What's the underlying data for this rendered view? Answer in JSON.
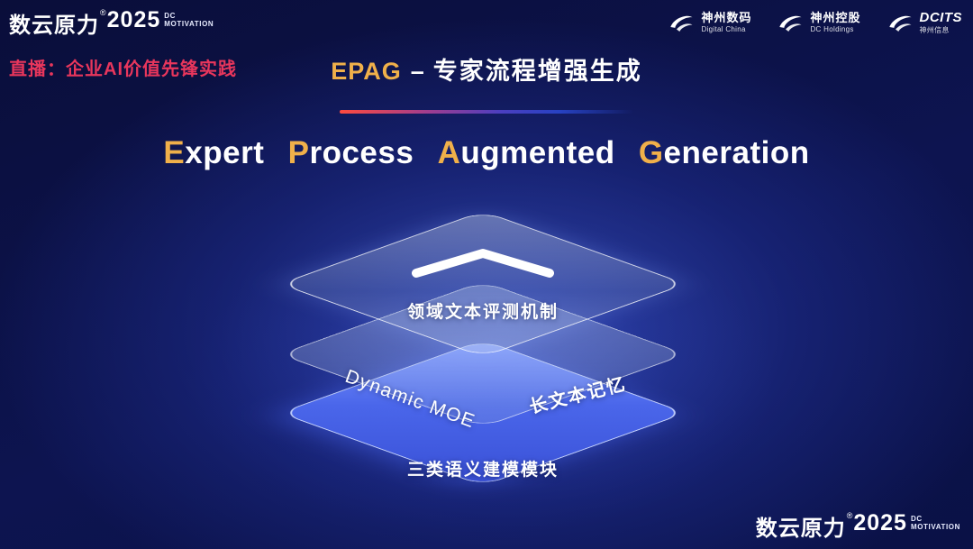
{
  "colors": {
    "gold": "#f0b04a",
    "live_red": "#e8365c",
    "layer_blue": "#4a66ea"
  },
  "brand": {
    "name": "数云原力",
    "reg": "®",
    "year": "2025",
    "tag_line1": "DC",
    "tag_line2": "MOTIVATION"
  },
  "header": {
    "live_label": "直播：企业AI价值先锋实践",
    "title_accent": "EPAG",
    "title_sep": "–",
    "title_cn": "专家流程增强生成",
    "partners": [
      {
        "line1": "神州数码",
        "line2": "Digital China"
      },
      {
        "line1": "神州控股",
        "line2": "DC Holdings"
      },
      {
        "line1": "DCITS",
        "line2": "神州信息"
      }
    ]
  },
  "main_title": {
    "words": [
      {
        "initial": "E",
        "rest": "xpert"
      },
      {
        "initial": "P",
        "rest": "rocess"
      },
      {
        "initial": "A",
        "rest": "ugmented"
      },
      {
        "initial": "G",
        "rest": "eneration"
      }
    ]
  },
  "diagram": {
    "top_layer_label": "领域文本评测机制",
    "mid_layer_label_left": "Dynamic MOE",
    "mid_layer_label_right": "长文本记忆",
    "bottom_layer_label": "三类语义建模模块"
  },
  "footer": {
    "brand": "数云原力",
    "reg": "®",
    "year": "2025",
    "tag_line1": "DC",
    "tag_line2": "MOTIVATION"
  }
}
